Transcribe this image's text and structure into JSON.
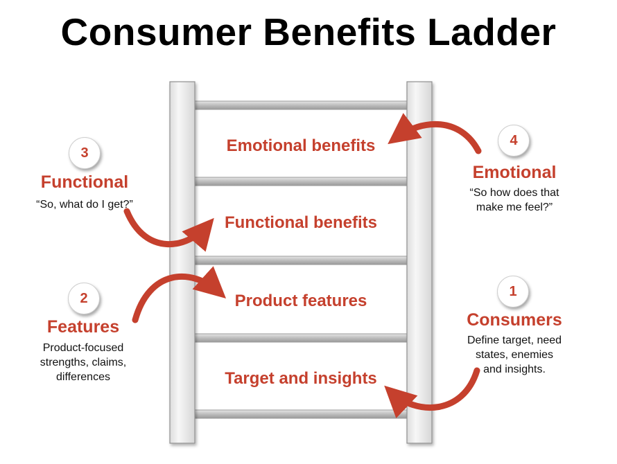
{
  "title": "Consumer Benefits Ladder",
  "colors": {
    "accent": "#c5402d",
    "rail": "#ececec",
    "rung": "#cfcfcf",
    "text": "#111111"
  },
  "rungs": [
    {
      "label": "Emotional benefits"
    },
    {
      "label": "Functional benefits"
    },
    {
      "label": "Product features"
    },
    {
      "label": "Target and insights"
    }
  ],
  "steps": [
    {
      "number": "1",
      "heading": "Consumers",
      "lines": [
        "Define target, need",
        "states, enemies",
        "and insights."
      ]
    },
    {
      "number": "2",
      "heading": "Features",
      "lines": [
        "Product-focused",
        "strengths, claims,",
        "differences"
      ]
    },
    {
      "number": "3",
      "heading": "Functional",
      "lines": [
        "“So, what do I get?”"
      ]
    },
    {
      "number": "4",
      "heading": "Emotional",
      "lines": [
        "“So how does that",
        "make me feel?”"
      ]
    }
  ]
}
